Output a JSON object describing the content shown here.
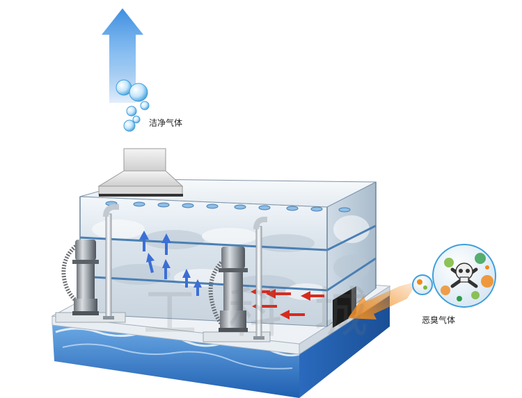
{
  "labels": {
    "clean_gas": "洁净气体",
    "odor_gas": "恶臭气体"
  },
  "watermark": "工 科 城",
  "colors": {
    "clean_arrow": "#3d8ee0",
    "odor_arrow": "#f08a1c",
    "internal_arrow_up": "#3b6fd6",
    "internal_arrow_in": "#d62b1e",
    "water": "#2f74c4",
    "tank_frame": "#4a7fb3"
  },
  "icons": [
    "bubble-icon",
    "skull-crossbones-icon",
    "bacteria-icon",
    "pump-icon",
    "pipe-icon",
    "hood-icon"
  ]
}
